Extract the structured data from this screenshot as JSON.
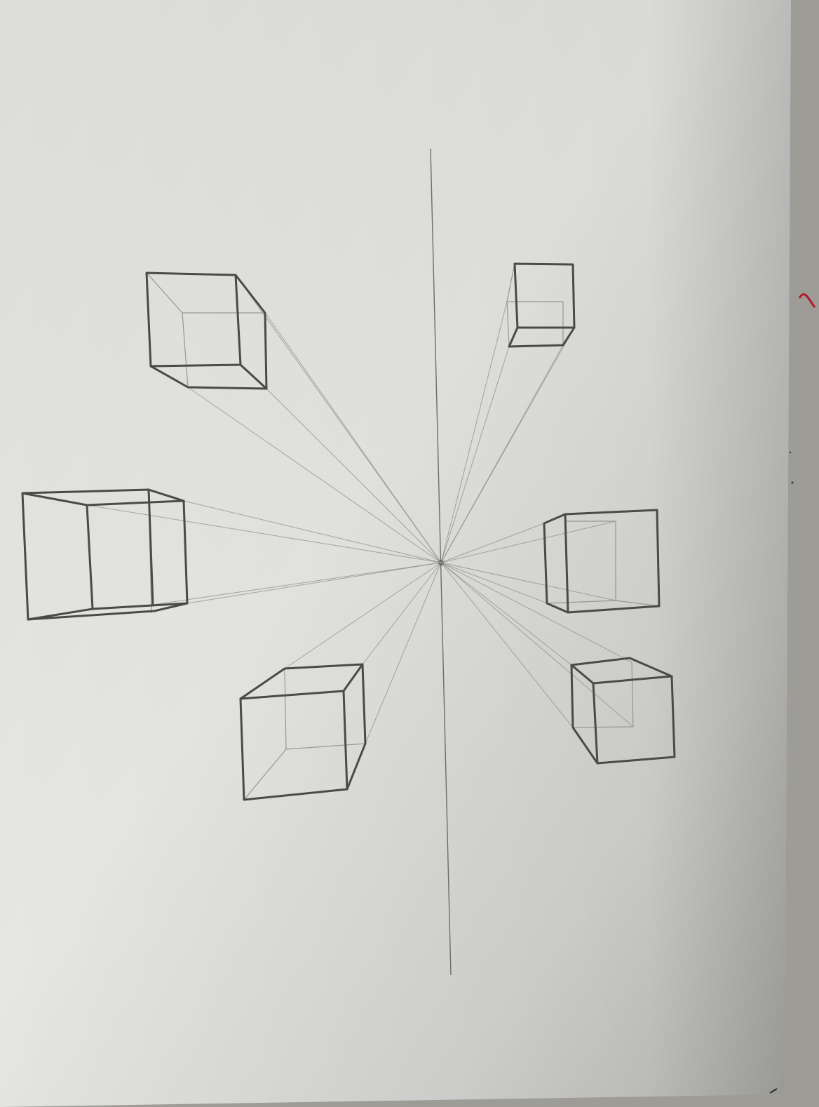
{
  "photo": {
    "subject": "pencil-perspective-drawing",
    "paper_color": "#e3e3e1",
    "shadow_color": "#b8b7b4",
    "background_color": "#9e9c97",
    "pencil_color": "#4b4a48",
    "guide_color": "#8d8d8b"
  },
  "drawing": {
    "technique": "one-point-perspective",
    "cube_count": 6,
    "vanishing_point_count": 1
  }
}
